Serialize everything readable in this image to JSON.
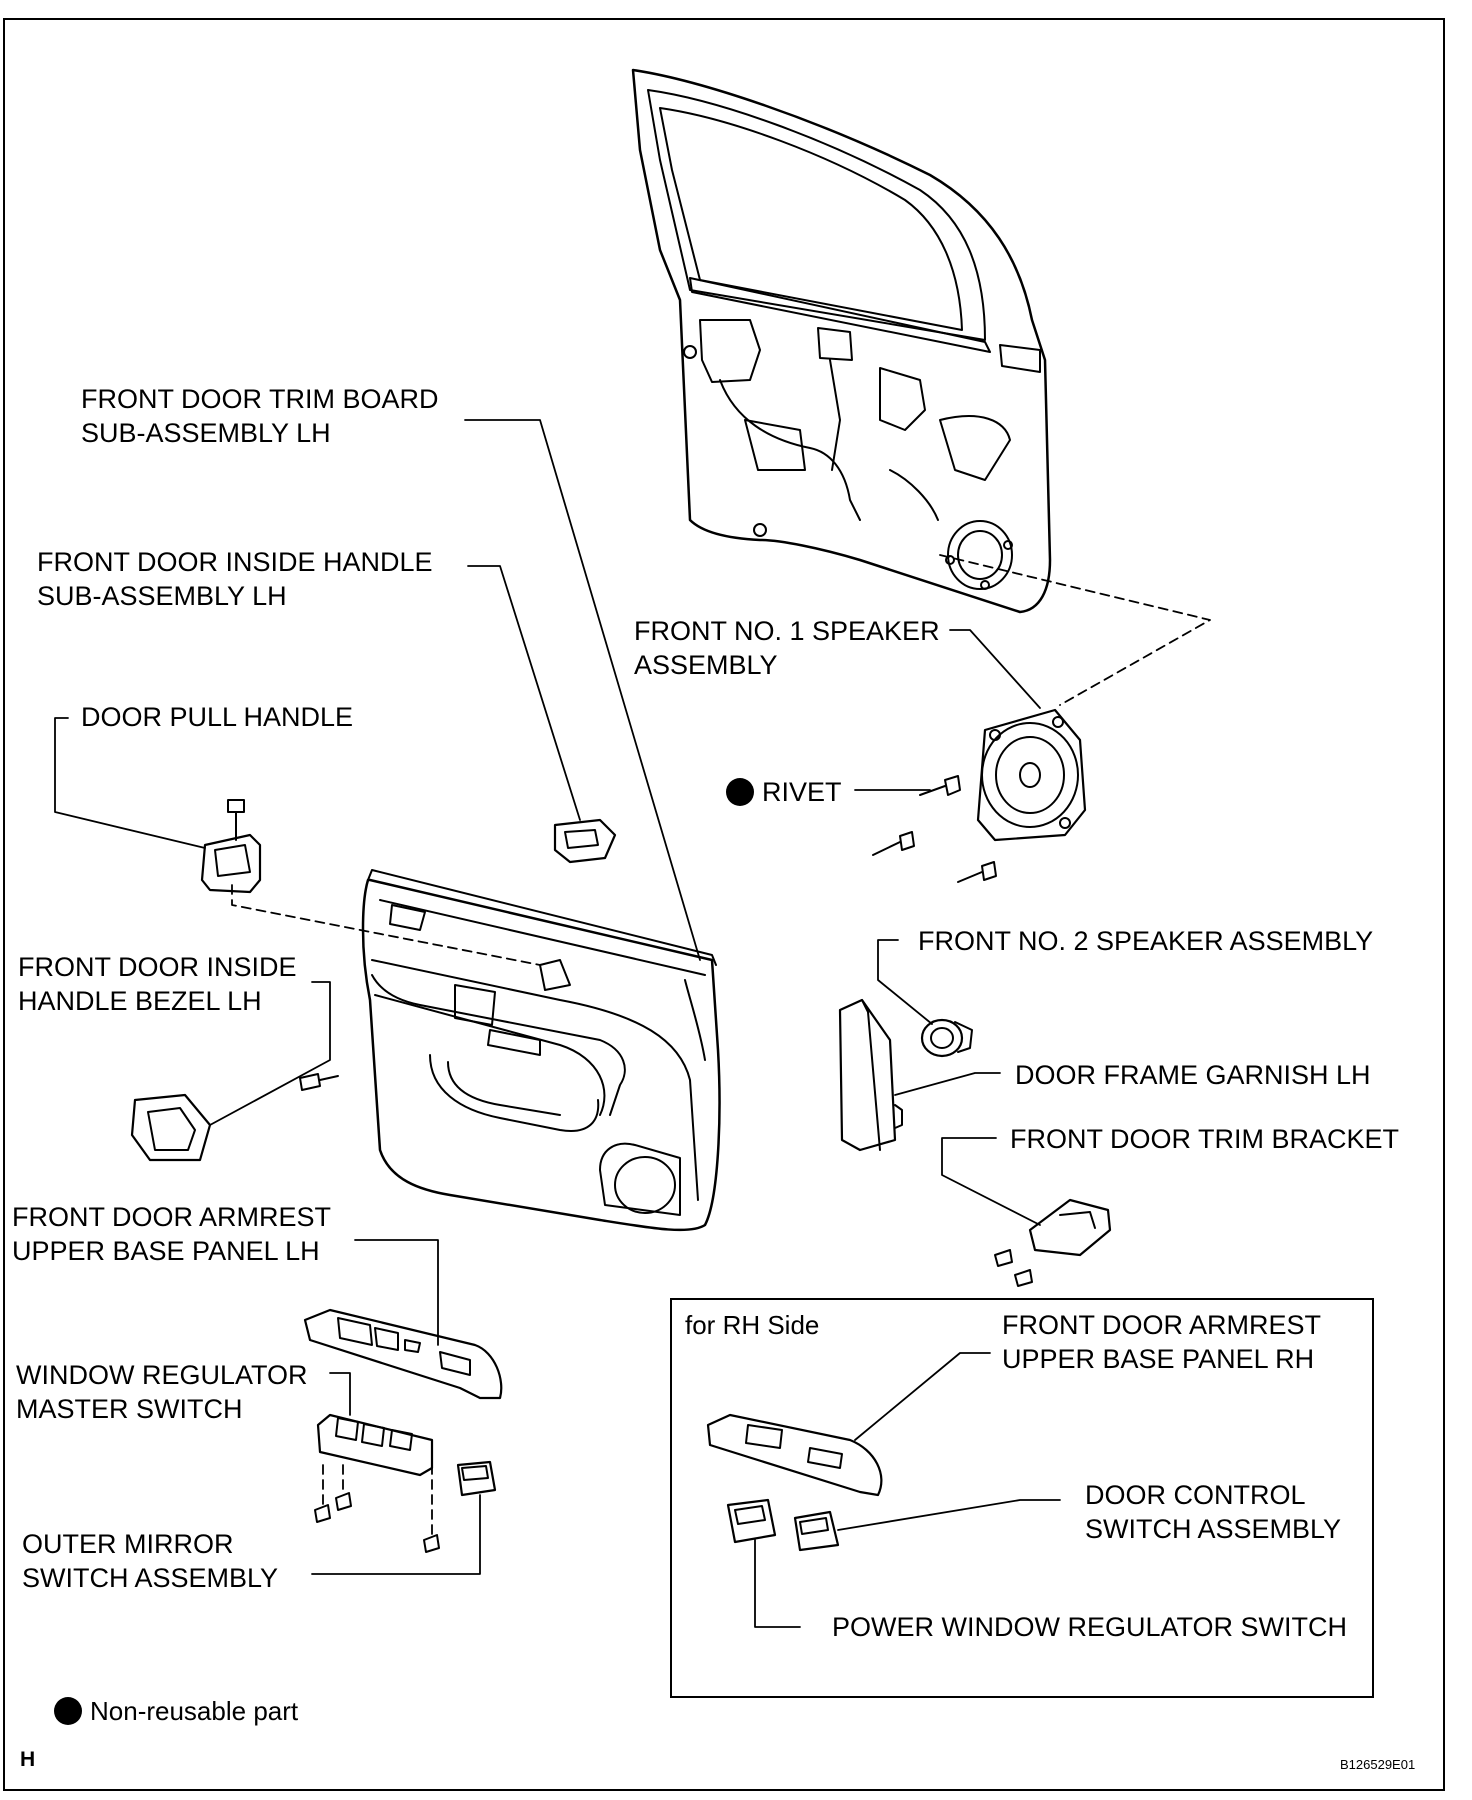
{
  "labels": {
    "front_door_trim_board": [
      "FRONT DOOR TRIM BOARD",
      "SUB-ASSEMBLY LH"
    ],
    "front_door_inside_handle": [
      "FRONT DOOR INSIDE HANDLE",
      "SUB-ASSEMBLY LH"
    ],
    "door_pull_handle": "DOOR PULL HANDLE",
    "front_door_inside_handle_bezel": [
      "FRONT DOOR INSIDE",
      "HANDLE BEZEL LH"
    ],
    "front_no1_speaker": [
      "FRONT NO. 1 SPEAKER",
      "ASSEMBLY"
    ],
    "rivet": "RIVET",
    "front_no2_speaker": "FRONT NO. 2 SPEAKER ASSEMBLY",
    "door_frame_garnish": "DOOR FRAME GARNISH LH",
    "front_door_trim_bracket": "FRONT DOOR TRIM BRACKET",
    "armrest_upper_base_panel_lh": [
      "FRONT DOOR ARMREST",
      "UPPER BASE PANEL LH"
    ],
    "window_regulator_master_switch": [
      "WINDOW REGULATOR",
      "MASTER SWITCH"
    ],
    "outer_mirror_switch": [
      "OUTER MIRROR",
      "SWITCH ASSEMBLY"
    ]
  },
  "rh_side": {
    "title": "for RH Side",
    "armrest_upper_base_panel_rh": [
      "FRONT DOOR ARMREST",
      "UPPER BASE PANEL RH"
    ],
    "door_control_switch": [
      "DOOR CONTROL",
      "SWITCH ASSEMBLY"
    ],
    "power_window_regulator_switch": "POWER WINDOW REGULATOR SWITCH"
  },
  "legend": {
    "text": "Non-reusable part"
  },
  "corner_mark": "H",
  "figure_code": "B126529E01"
}
